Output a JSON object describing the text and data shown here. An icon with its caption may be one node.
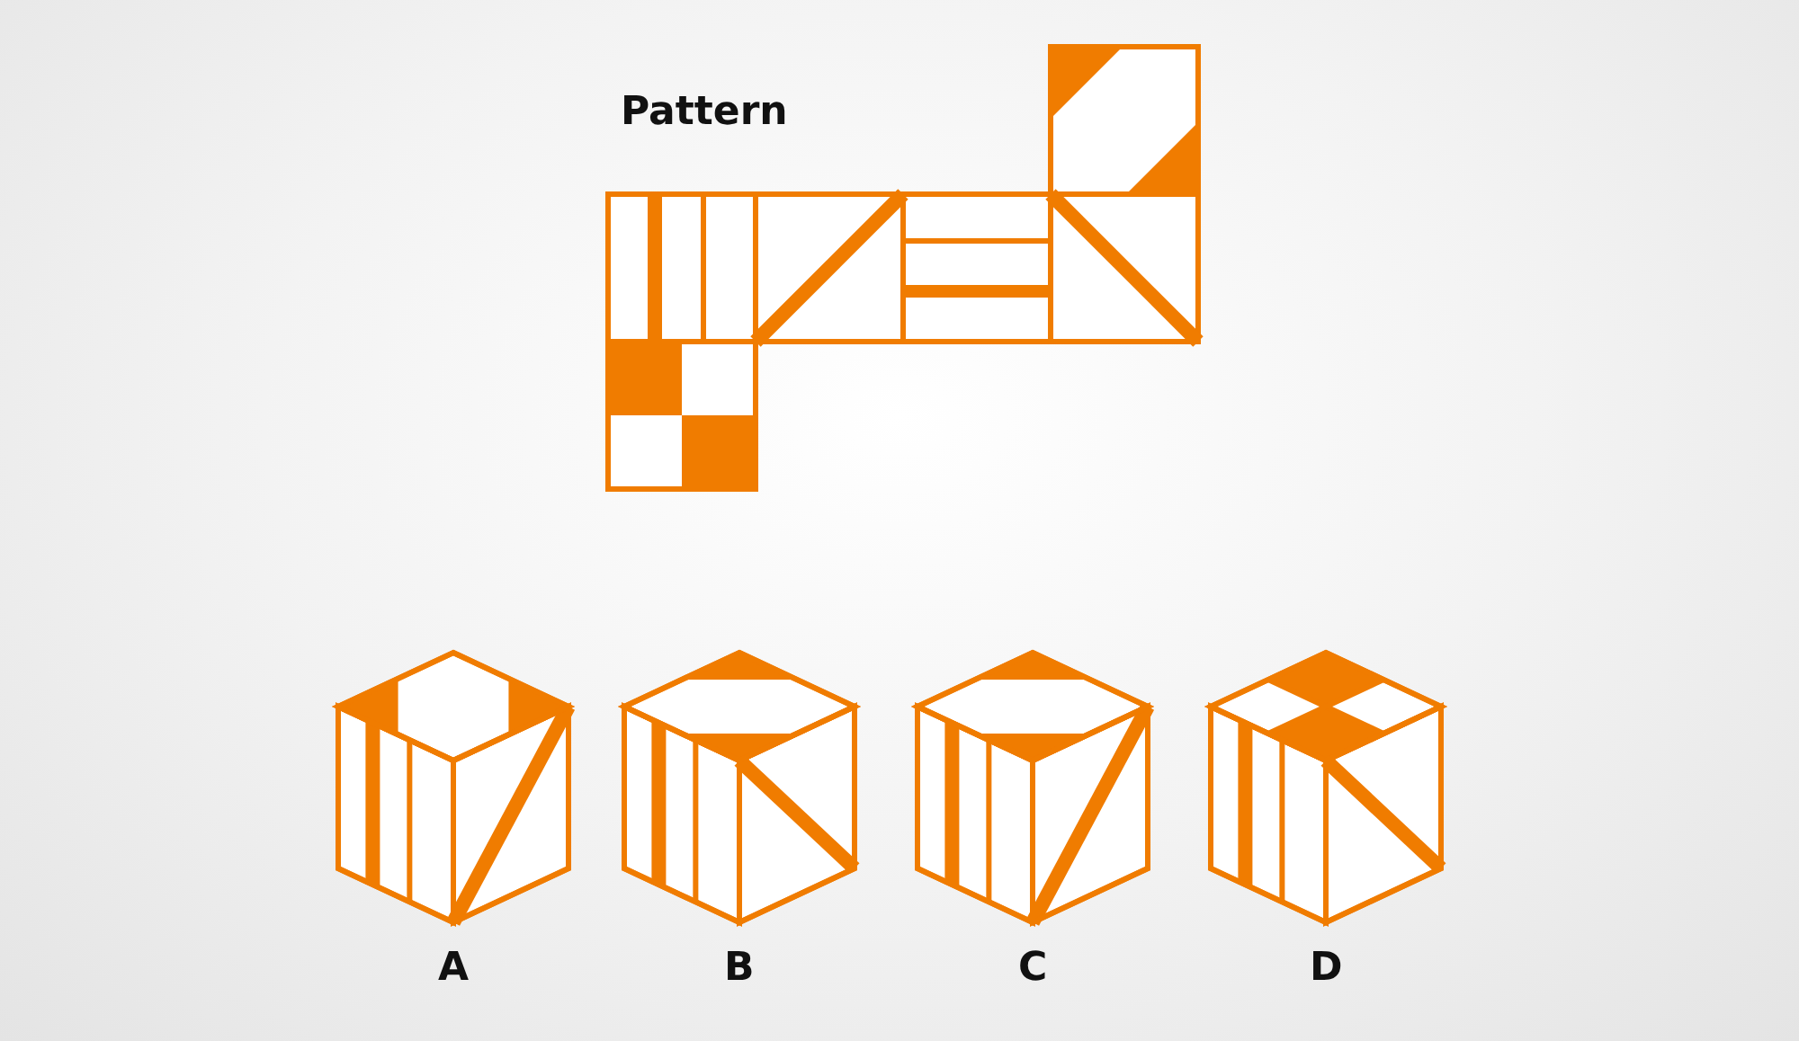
{
  "diagram": {
    "labels": [
      "Pattern",
      "A",
      "B",
      "C",
      "D"
    ]
  }
}
